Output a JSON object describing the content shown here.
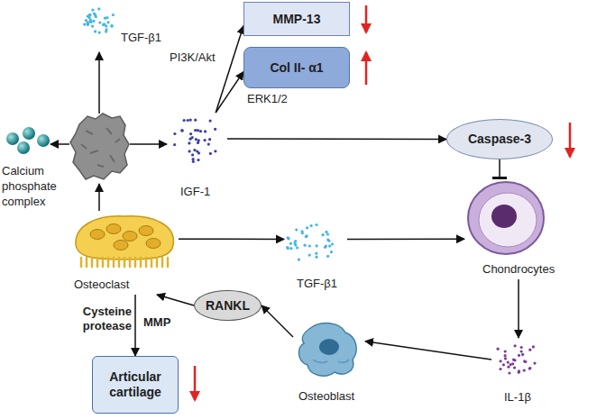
{
  "diagram": {
    "nodes": [
      {
        "text": [
          "TGF-β1"
        ]
      },
      {
        "text": [
          "MMP-13"
        ]
      },
      {
        "text": [
          "Col II- α1"
        ]
      },
      {
        "text": [
          "Calcium phosphate complex"
        ]
      },
      {
        "text": [
          "IGF-1"
        ]
      },
      {
        "text": [
          "Caspase-3"
        ]
      },
      {
        "text": [
          "Osteoclast"
        ]
      },
      {
        "text": [
          "TGF-β1"
        ]
      },
      {
        "text": [
          "Chondrocytes"
        ]
      },
      {
        "text": [
          "RANKL"
        ]
      },
      {
        "text": [
          "Articular cartilage"
        ]
      },
      {
        "text": [
          "Osteoblast"
        ]
      },
      {
        "text": [
          "IL-1β"
        ]
      }
    ],
    "edges": [
      {
        "from": 4,
        "to": 1,
        "label": "PI3K/Akt",
        "arrow": "to"
      },
      {
        "from": 4,
        "to": 2,
        "label": "ERK1/2",
        "arrow": "to"
      },
      {
        "from": 4,
        "to": 5,
        "arrow": "to"
      },
      {
        "from": 5,
        "to": 8,
        "arrow": "to"
      },
      {
        "from": 6,
        "to": 7,
        "arrow": "to"
      },
      {
        "from": 7,
        "to": 8,
        "arrow": "to"
      },
      {
        "from": 8,
        "to": 12,
        "arrow": "to"
      },
      {
        "from": 12,
        "to": 11,
        "arrow": "to"
      },
      {
        "from": 11,
        "to": 9,
        "arrow": "to"
      },
      {
        "from": 9,
        "to": 6,
        "arrow": "to"
      },
      {
        "from": 6,
        "to": 10,
        "label": "MMP",
        "arrow": "to"
      }
    ],
    "labels": [
      "Cysteine protease"
    ]
  }
}
